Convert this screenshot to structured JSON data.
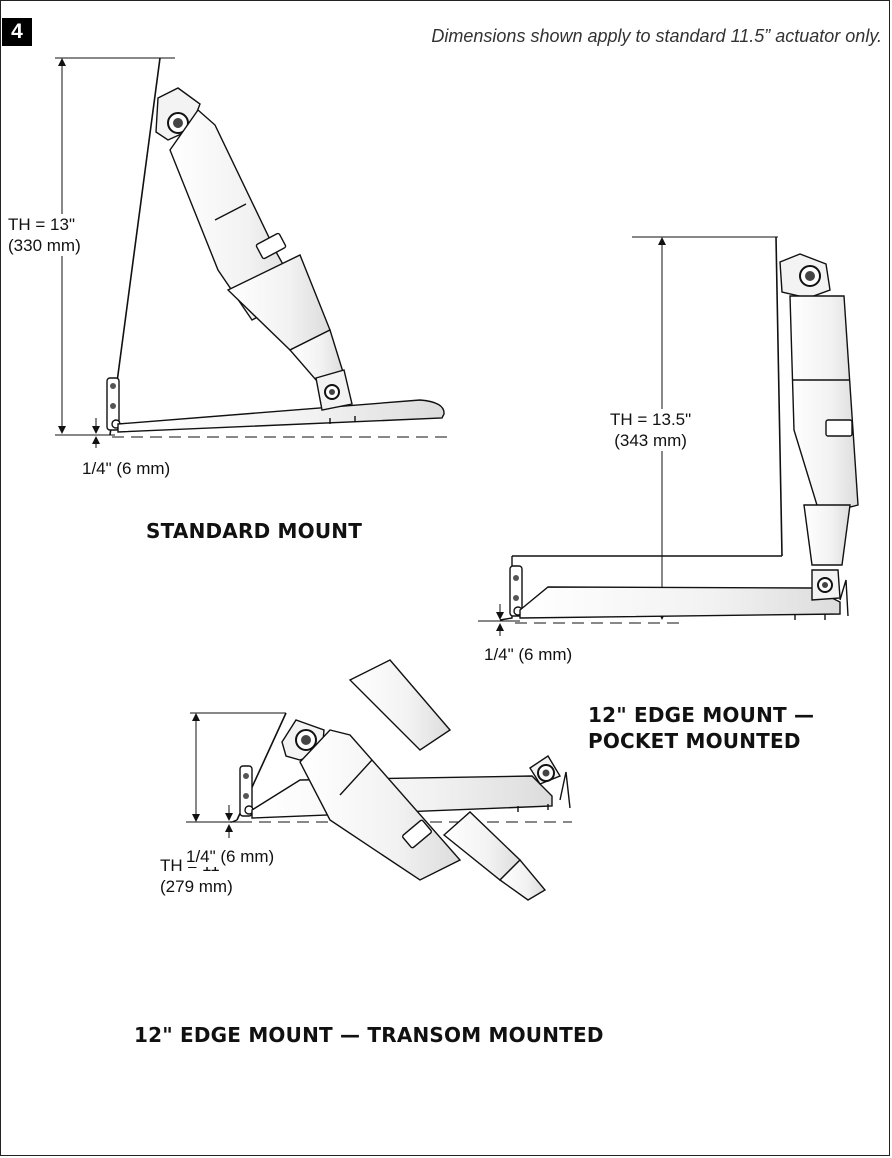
{
  "figure": {
    "number": "4",
    "note": "Dimensions shown apply to standard 11.5” actuator only."
  },
  "standard": {
    "th_line1": "TH = 13\"",
    "th_line2": "(330 mm)",
    "offset": "1/4\" (6 mm)",
    "caption": "STANDARD MOUNT"
  },
  "pocket": {
    "th_line1": "TH = 13.5\"",
    "th_line2": "(343 mm)",
    "offset": "1/4\" (6 mm)",
    "caption_line1": "12\" EDGE MOUNT —",
    "caption_line2": "POCKET MOUNTED"
  },
  "transom": {
    "th_line1": "TH = 11\"",
    "th_line2": "(279 mm)",
    "offset": "1/4\" (6 mm)",
    "caption": "12\" EDGE MOUNT — TRANSOM MOUNTED"
  }
}
